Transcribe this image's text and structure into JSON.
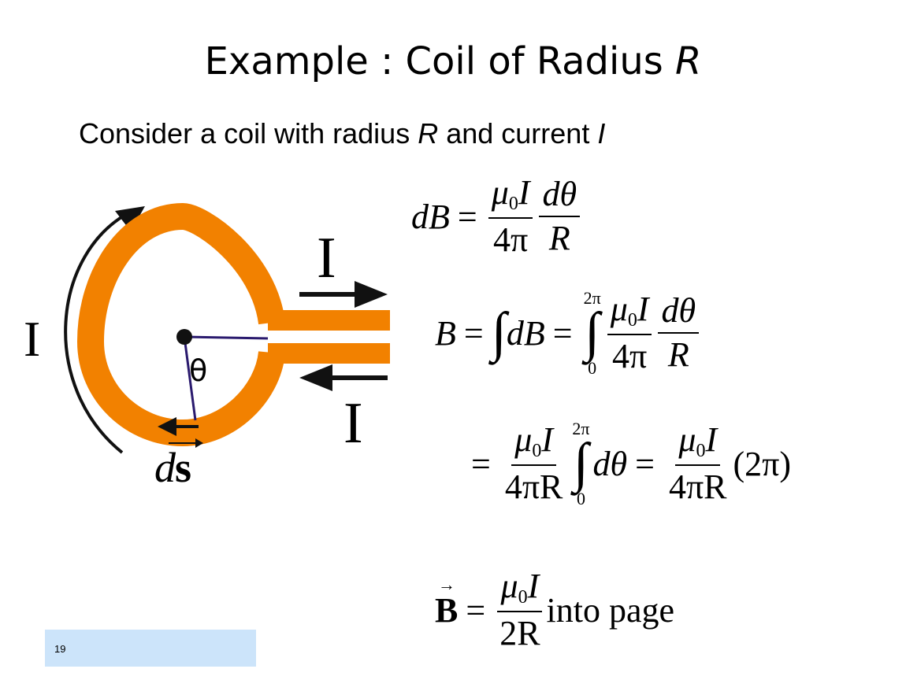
{
  "slide": {
    "title_prefix": "Example : Coil of Radius ",
    "title_var": "R",
    "subtitle_prefix": "Consider a coil with radius ",
    "subtitle_var1": "R",
    "subtitle_mid": " and current ",
    "subtitle_var2": "I",
    "page_number": "19"
  },
  "diagram": {
    "current_label_top": "I",
    "current_label_bottom": "I",
    "current_label_left": "I",
    "angle_label": "θ",
    "ds_label_d": "d",
    "ds_label_s": "s",
    "coil_color": "#f28100",
    "radius_color": "#2a1a6e"
  },
  "equations": {
    "eq1": {
      "lhs": "dB",
      "eq": "=",
      "num1": "μ",
      "num1_sub": "0",
      "num1_var": "I",
      "den1": "4π",
      "num2": "dθ",
      "den2": "R"
    },
    "eq2": {
      "lhs": "B",
      "eq1": "=",
      "int_sign": "∫",
      "mid": "dB",
      "eq2": "=",
      "upper": "2π",
      "lower": "0",
      "num1": "μ",
      "num1_sub": "0",
      "num1_var": "I",
      "den1": "4π",
      "num2": "dθ",
      "den2": "R"
    },
    "eq3": {
      "eq1": "=",
      "num1": "μ",
      "num1_sub": "0",
      "num1_var": "I",
      "den1": "4πR",
      "upper": "2π",
      "lower": "0",
      "mid": "dθ",
      "eq2": "=",
      "num2": "μ",
      "num2_sub": "0",
      "num2_var": "I",
      "den2": "4πR",
      "tail": "(2π)"
    },
    "eq4": {
      "lhs": "B",
      "eq": "=",
      "num": "μ",
      "num_sub": "0",
      "num_var": "I",
      "den": "2R",
      "tail": "into page"
    }
  }
}
